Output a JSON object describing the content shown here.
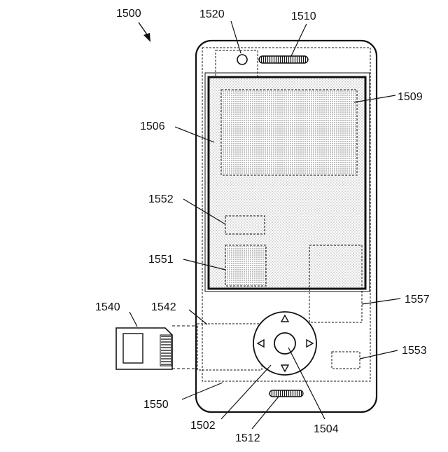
{
  "figure": {
    "device_ref": "1500",
    "labels": {
      "camera": "1520",
      "earpiece": "1510",
      "display_region": "1509",
      "display": "1506",
      "region_1552": "1552",
      "region_1551": "1551",
      "region_1557": "1557",
      "card": "1540",
      "slot": "1542",
      "sensor": "1553",
      "housing": "1550",
      "dpad": "1502",
      "center_button": "1504",
      "speaker": "1512"
    }
  }
}
